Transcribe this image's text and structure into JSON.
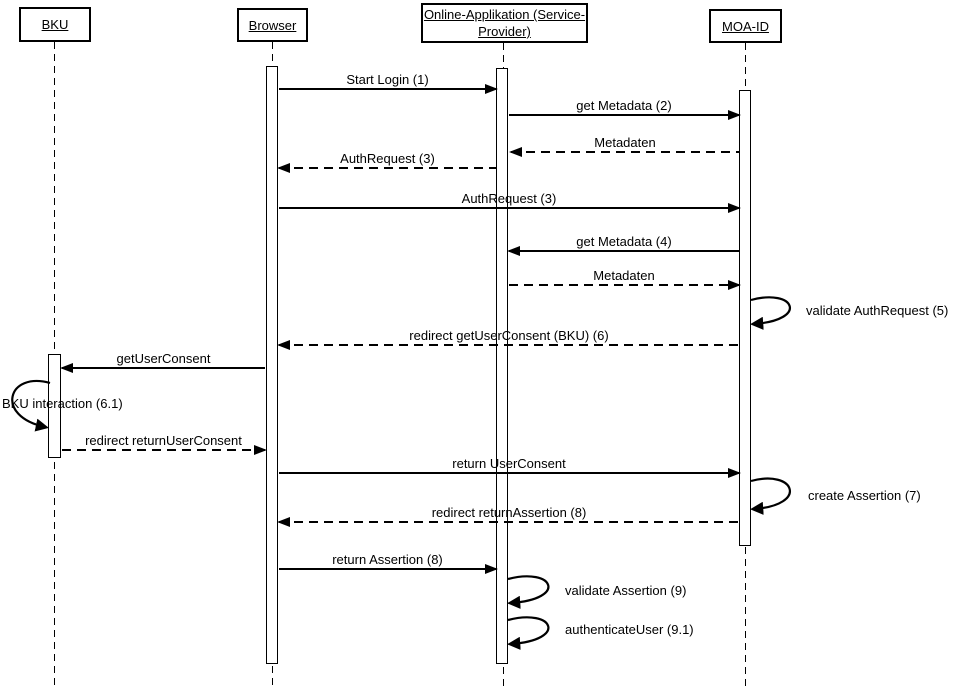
{
  "diagram": {
    "type": "uml-sequence-diagram",
    "colors": {
      "line": "#000000",
      "background": "#ffffff"
    },
    "actors": [
      {
        "id": "bku",
        "label": "BKU"
      },
      {
        "id": "browser",
        "label": "Browser"
      },
      {
        "id": "online-applikation",
        "label_lines": [
          "Online-Applikation (Service-",
          "Provider)"
        ]
      },
      {
        "id": "moa-id",
        "label": "MOA-ID"
      }
    ],
    "messages": [
      {
        "label": "Start Login (1)",
        "from": "Browser",
        "to": "Online-Applikation (Service-Provider)",
        "style": "solid"
      },
      {
        "label": "get Metadata (2)",
        "from": "Online-Applikation (Service-Provider)",
        "to": "MOA-ID",
        "style": "solid"
      },
      {
        "label": "Metadaten",
        "from": "MOA-ID",
        "to": "Online-Applikation (Service-Provider)",
        "style": "dashed"
      },
      {
        "label": "AuthRequest (3)",
        "from": "Online-Applikation (Service-Provider)",
        "to": "Browser",
        "style": "dashed"
      },
      {
        "label": "AuthRequest (3)",
        "from": "Browser",
        "to": "MOA-ID",
        "style": "solid"
      },
      {
        "label": "get Metadata (4)",
        "from": "MOA-ID",
        "to": "Online-Applikation (Service-Provider)",
        "style": "solid"
      },
      {
        "label": "Metadaten",
        "from": "Online-Applikation (Service-Provider)",
        "to": "MOA-ID",
        "style": "dashed"
      },
      {
        "label": "redirect getUserConsent (BKU) (6)",
        "from": "MOA-ID",
        "to": "Browser",
        "style": "dashed"
      },
      {
        "label": "getUserConsent",
        "from": "Browser",
        "to": "BKU",
        "style": "solid"
      },
      {
        "label": "redirect returnUserConsent",
        "from": "BKU",
        "to": "Browser",
        "style": "dashed"
      },
      {
        "label": "return UserConsent",
        "from": "Browser",
        "to": "MOA-ID",
        "style": "solid"
      },
      {
        "label": "redirect returnAssertion (8)",
        "from": "MOA-ID",
        "to": "Browser",
        "style": "dashed"
      },
      {
        "label": "return Assertion (8)",
        "from": "Browser",
        "to": "Online-Applikation (Service-Provider)",
        "style": "solid"
      }
    ],
    "self_messages": [
      {
        "label": "validate AuthRequest (5)",
        "actor": "MOA-ID"
      },
      {
        "label": "BKU interaction (6.1)",
        "actor": "BKU"
      },
      {
        "label": "create Assertion (7)",
        "actor": "MOA-ID"
      },
      {
        "label": "validate Assertion (9)",
        "actor": "Online-Applikation (Service-Provider)"
      },
      {
        "label": "authenticateUser (9.1)",
        "actor": "Online-Applikation (Service-Provider)"
      }
    ]
  }
}
